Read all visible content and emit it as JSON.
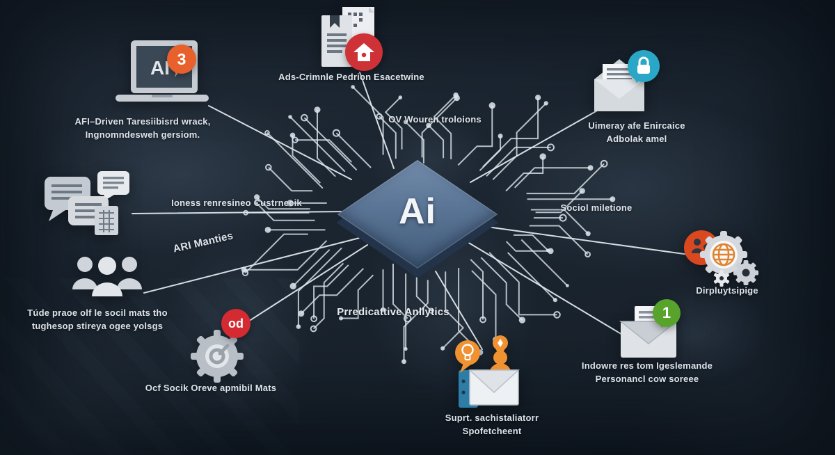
{
  "center": {
    "chip_label": "Ai"
  },
  "colors": {
    "background": "#1b2530",
    "line": "#e6ecf1",
    "accent_orange": "#e8602c",
    "accent_orange_light": "#ef9232",
    "accent_red": "#d23238",
    "accent_teal": "#2aa7c6",
    "accent_green": "#57a32b",
    "icon_gray": "#d3d8dd",
    "chip_blue": "#5a7495"
  },
  "nodes": {
    "laptop": {
      "screen_text": "AI",
      "badge": "3",
      "label": "AFI–Driven Taresiibisrd wrack,\nIngnomndesweh gersiom."
    },
    "documents": {
      "label": "Ads-Crimnle Pedrion Esacetwine"
    },
    "secure_mail": {
      "label": "Uimeray afe Enircaice\nAdbolak amel"
    },
    "chat": {
      "label": "Ioness renresineo Custrnecik"
    },
    "people": {
      "label": "Túde praoe olf le socil mats tho\ntughesop stireya ogee yolsgs"
    },
    "gear": {
      "badge": "od",
      "label": "Ocf Socik Oreve apmibil Mats"
    },
    "globe_gears": {
      "label": "Dirpluytsipige"
    },
    "new_mail": {
      "badge": "1",
      "label": "Indowre res tom Igeslemande\nPersonancl cow soreee"
    },
    "campaign": {
      "label": "Suprt. sachistaliatorr\nSpofetcheent"
    }
  },
  "floating_labels": {
    "ov": "OV Wouren troloions",
    "ari": "ARI Manties",
    "predictive": "Prredicattive Anllytics",
    "social": "Sociol miletione"
  }
}
